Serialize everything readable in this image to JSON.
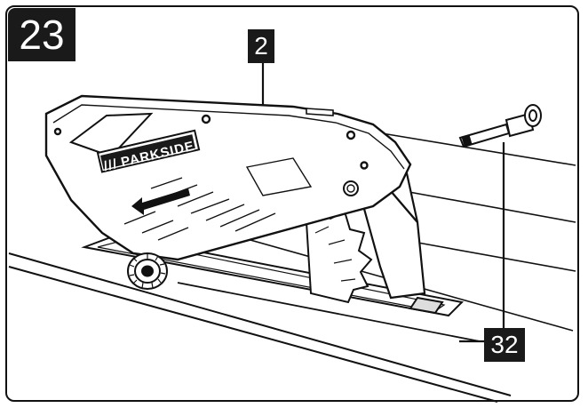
{
  "figure": {
    "number": "23"
  },
  "callouts": {
    "blade_guard": "2",
    "bolt": "32"
  },
  "brand": {
    "logo_text": "PARKSIDE",
    "logo_marks": "///"
  }
}
